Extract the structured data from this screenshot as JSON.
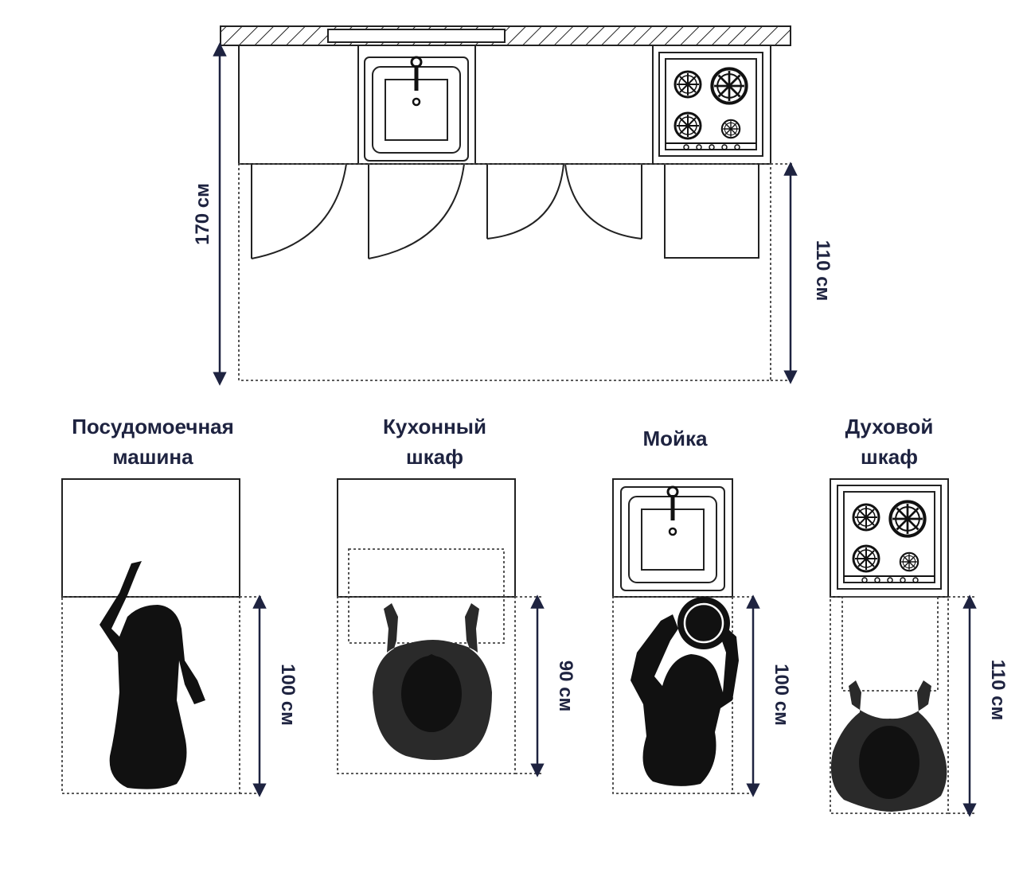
{
  "plan": {
    "dim_total": "170 см",
    "dim_front": "110 см"
  },
  "stations": [
    {
      "title_line1": "Посудомоечная",
      "title_line2": "машина",
      "dim": "100 см"
    },
    {
      "title_line1": "Кухонный",
      "title_line2": "шкаф",
      "dim": "90 см"
    },
    {
      "title_line1": "Мойка",
      "title_line2": "",
      "dim": "100 см"
    },
    {
      "title_line1": "Духовой",
      "title_line2": "шкаф",
      "dim": "110 см"
    }
  ],
  "colors": {
    "label": "#1e2340",
    "lines": "#222222",
    "silhouette": "#111111"
  },
  "icons": [
    "sink-icon",
    "cooktop-icon",
    "person-silhouette"
  ]
}
